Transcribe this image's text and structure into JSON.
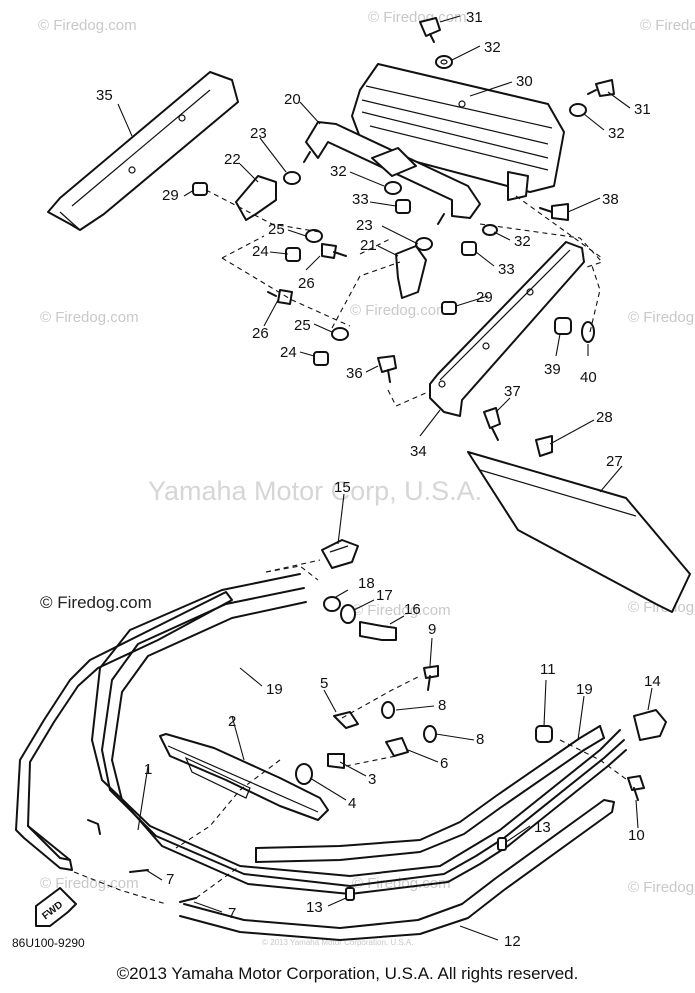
{
  "watermarks": {
    "site": "© Firedog.com",
    "center": "Yamaha Motor Corp, U.S.A.",
    "tiny": "© 2013 Yamaha Motor Corporation, U.S.A."
  },
  "diagram_code": "86U100-9290",
  "fwd_label": "FWD",
  "footer": "©2013 Yamaha Motor Corporation, U.S.A. All rights reserved.",
  "callouts": {
    "p1": "1",
    "p2": "2",
    "p3": "3",
    "p4": "4",
    "p5": "5",
    "p6": "6",
    "p7a": "7",
    "p7b": "7",
    "p8a": "8",
    "p8b": "8",
    "p9": "9",
    "p10": "10",
    "p11": "11",
    "p12": "12",
    "p13a": "13",
    "p13b": "13",
    "p14": "14",
    "p15": "15",
    "p16": "16",
    "p17": "17",
    "p18": "18",
    "p19a": "19",
    "p19b": "19",
    "p20": "20",
    "p21": "21",
    "p22": "22",
    "p23a": "23",
    "p23b": "23",
    "p24a": "24",
    "p24b": "24",
    "p25a": "25",
    "p25b": "25",
    "p26a": "26",
    "p26b": "26",
    "p27": "27",
    "p28": "28",
    "p29a": "29",
    "p29b": "29",
    "p30": "30",
    "p31a": "31",
    "p31b": "31",
    "p32a": "32",
    "p32b": "32",
    "p32c": "32",
    "p32d": "32",
    "p33a": "33",
    "p33b": "33",
    "p34": "34",
    "p35": "35",
    "p36": "36",
    "p37": "37",
    "p38": "38",
    "p39": "39",
    "p40": "40"
  }
}
